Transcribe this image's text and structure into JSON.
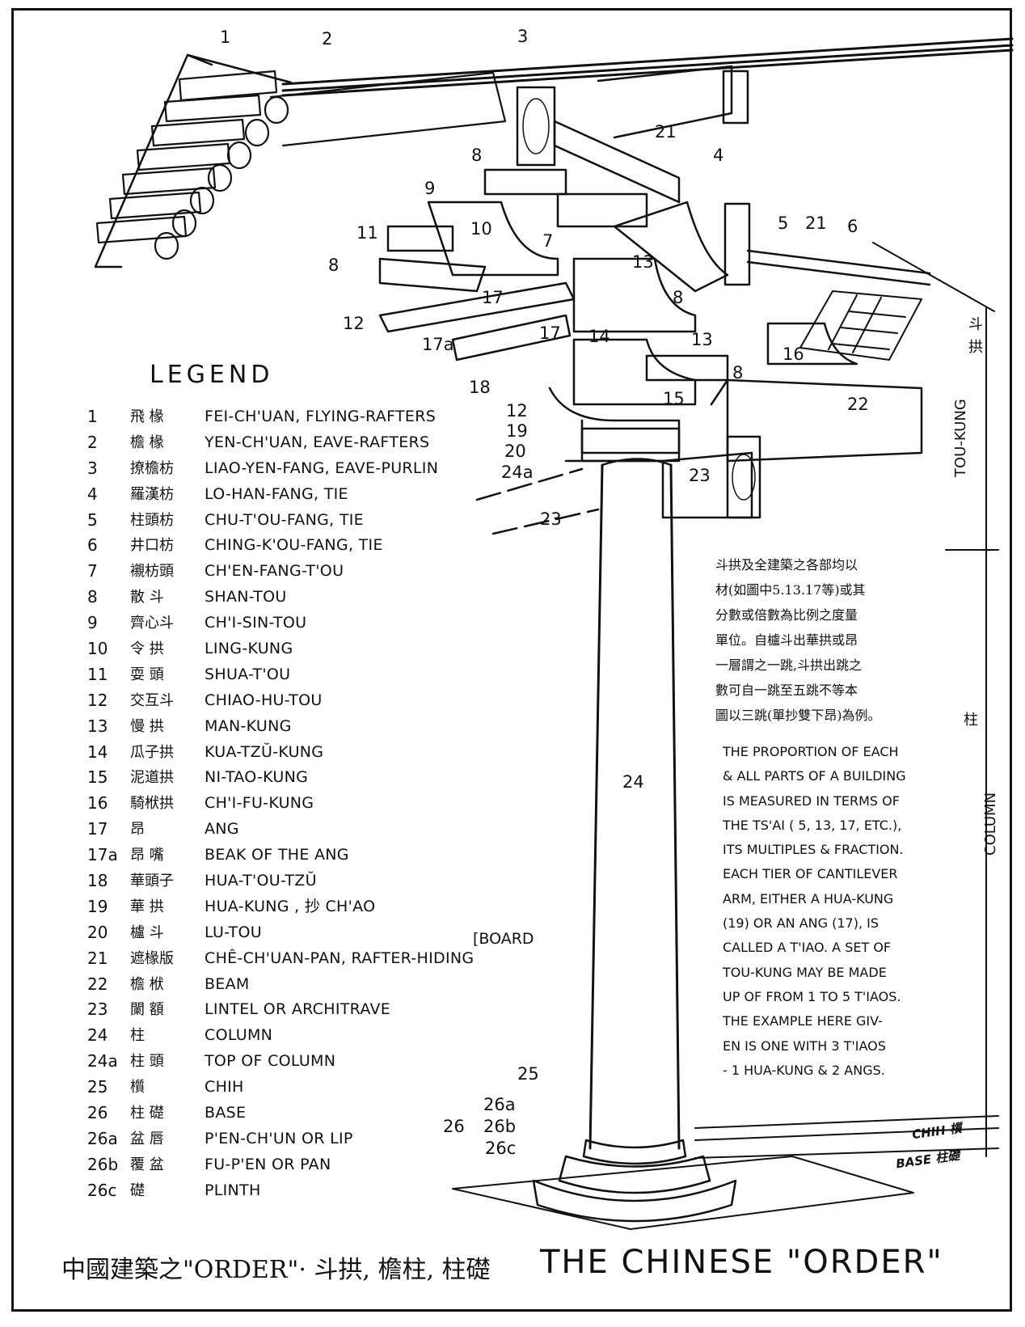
{
  "callouts": [
    {
      "id": "c1",
      "text": "1"
    },
    {
      "id": "c2",
      "text": "2"
    },
    {
      "id": "c3",
      "text": "3"
    },
    {
      "id": "c21a",
      "text": "21"
    },
    {
      "id": "c4",
      "text": "4"
    },
    {
      "id": "c8a",
      "text": "8"
    },
    {
      "id": "c9",
      "text": "9"
    },
    {
      "id": "c10",
      "text": "10"
    },
    {
      "id": "c7",
      "text": "7"
    },
    {
      "id": "c11",
      "text": "11"
    },
    {
      "id": "c8b",
      "text": "8"
    },
    {
      "id": "c5",
      "text": "5"
    },
    {
      "id": "c21b",
      "text": "21"
    },
    {
      "id": "c6",
      "text": "6"
    },
    {
      "id": "c13a",
      "text": "13"
    },
    {
      "id": "c17a",
      "text": "17"
    },
    {
      "id": "c12a",
      "text": "12"
    },
    {
      "id": "c8c",
      "text": "8"
    },
    {
      "id": "c17b",
      "text": "17"
    },
    {
      "id": "c17abeak",
      "text": "17a"
    },
    {
      "id": "c14",
      "text": "14"
    },
    {
      "id": "c13b",
      "text": "13"
    },
    {
      "id": "c16",
      "text": "16"
    },
    {
      "id": "c8d",
      "text": "8"
    },
    {
      "id": "c18",
      "text": "18"
    },
    {
      "id": "c15",
      "text": "15"
    },
    {
      "id": "c22",
      "text": "22"
    },
    {
      "id": "c12b",
      "text": "12"
    },
    {
      "id": "c19",
      "text": "19"
    },
    {
      "id": "c20",
      "text": "20"
    },
    {
      "id": "c24a",
      "text": "24a"
    },
    {
      "id": "c23a",
      "text": "23"
    },
    {
      "id": "c23b",
      "text": "23"
    },
    {
      "id": "c24",
      "text": "24"
    },
    {
      "id": "c25",
      "text": "25"
    },
    {
      "id": "c26a",
      "text": "26a"
    },
    {
      "id": "c26",
      "text": "26"
    },
    {
      "id": "c26b",
      "text": "26b"
    },
    {
      "id": "c26c",
      "text": "26c"
    }
  ],
  "legend": {
    "title": "LEGEND",
    "items": [
      {
        "num": "1",
        "zh": "飛 椽",
        "en": "FEI-CH'UAN, FLYING-RAFTERS"
      },
      {
        "num": "2",
        "zh": "檐 椽",
        "en": "YEN-CH'UAN, EAVE-RAFTERS"
      },
      {
        "num": "3",
        "zh": "撩檐枋",
        "en": "LIAO-YEN-FANG, EAVE-PURLIN"
      },
      {
        "num": "4",
        "zh": "羅漢枋",
        "en": "LO-HAN-FANG, TIE"
      },
      {
        "num": "5",
        "zh": "柱頭枋",
        "en": "CHU-T'OU-FANG, TIE"
      },
      {
        "num": "6",
        "zh": "井口枋",
        "en": "CHING-K'OU-FANG, TIE"
      },
      {
        "num": "7",
        "zh": "襯枋頭",
        "en": "CH'EN-FANG-T'OU"
      },
      {
        "num": "8",
        "zh": "散 斗",
        "en": "SHAN-TOU"
      },
      {
        "num": "9",
        "zh": "齊心斗",
        "en": "CH'I-SIN-TOU"
      },
      {
        "num": "10",
        "zh": "令 拱",
        "en": "LING-KUNG"
      },
      {
        "num": "11",
        "zh": "耍 頭",
        "en": "SHUA-T'OU"
      },
      {
        "num": "12",
        "zh": "交互斗",
        "en": "CHIAO-HU-TOU"
      },
      {
        "num": "13",
        "zh": "慢 拱",
        "en": "MAN-KUNG"
      },
      {
        "num": "14",
        "zh": "瓜子拱",
        "en": "KUA-TZŬ-KUNG"
      },
      {
        "num": "15",
        "zh": "泥道拱",
        "en": "NI-TAO-KUNG"
      },
      {
        "num": "16",
        "zh": "騎栿拱",
        "en": "CH'I-FU-KUNG"
      },
      {
        "num": "17",
        "zh": "昂",
        "en": "ANG"
      },
      {
        "num": "17a",
        "zh": "昂 嘴",
        "en": "BEAK OF THE ANG"
      },
      {
        "num": "18",
        "zh": "華頭子",
        "en": "HUA-T'OU-TZŬ"
      },
      {
        "num": "19",
        "zh": "華 拱",
        "en": "HUA-KUNG , 抄 CH'AO"
      },
      {
        "num": "20",
        "zh": "櫨 斗",
        "en": "LU-TOU"
      },
      {
        "num": "21",
        "zh": "遮椽版",
        "en": "CHÊ-CH'UAN-PAN, RAFTER-HIDING"
      },
      {
        "num": "22",
        "zh": "檐 栿",
        "en": "BEAM"
      },
      {
        "num": "23",
        "zh": "闌 額",
        "en": "LINTEL OR ARCHITRAVE"
      },
      {
        "num": "24",
        "zh": "柱",
        "en": "COLUMN"
      },
      {
        "num": "24a",
        "zh": "柱 頭",
        "en": "TOP OF COLUMN"
      },
      {
        "num": "25",
        "zh": "櫍",
        "en": "CHIH"
      },
      {
        "num": "26",
        "zh": "柱 礎",
        "en": "BASE"
      },
      {
        "num": "26a",
        "zh": "盆 唇",
        "en": "P'EN-CH'UN OR LIP"
      },
      {
        "num": "26b",
        "zh": "覆 盆",
        "en": "FU-P'EN OR PAN"
      },
      {
        "num": "26c",
        "zh": "礎",
        "en": "PLINTH"
      }
    ],
    "board_continuation": "[BOARD"
  },
  "note_zh": [
    "斗拱及全建築之各部均以",
    "材(如圖中5.13.17等)或其",
    "分數或倍數為比例之度量",
    "單位。自櫨斗出華拱或昂",
    "一層謂之一跳,斗拱出跳之",
    "數可自一跳至五跳不等本",
    "圖以三跳(單抄雙下昂)為例。"
  ],
  "note_en": [
    "THE PROPORTION OF EACH",
    "& ALL PARTS OF A BUILDING",
    "IS MEASURED IN TERMS OF",
    "THE TS'AI ( 5, 13, 17, ETC.),",
    "ITS MULTIPLES & FRACTION.",
    "EACH TIER OF CANTILEVER",
    "ARM, EITHER A HUA-KUNG",
    "(19) OR AN ANG (17), IS",
    "CALLED A T'IAO. A SET OF",
    "TOU-KUNG MAY BE MADE",
    "UP OF FROM 1 TO 5 T'IAOS.",
    "THE EXAMPLE HERE GIV-",
    "EN IS ONE WITH 3 T'IAOS",
    "- 1 HUA-KUNG & 2 ANGS."
  ],
  "dimensions": {
    "tou_kung": "TOU-KUNG",
    "tou_kung_zh": [
      "斗",
      "拱"
    ],
    "column": "COLUMN",
    "column_zh": "柱",
    "chih": "CHIH 櫍",
    "base": "BASE 柱礎"
  },
  "title": {
    "zh": "中國建築之\"ORDER\"· 斗拱, 檐柱, 柱礎",
    "en": "THE CHINESE \"ORDER\""
  }
}
